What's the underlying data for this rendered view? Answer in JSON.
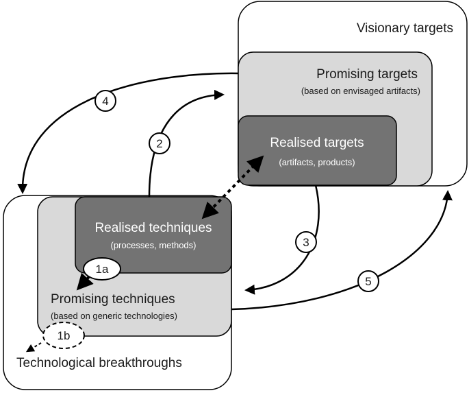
{
  "colors": {
    "outer_fill": "#ffffff",
    "promising_fill": "#d9d9d9",
    "realised_fill": "#737373",
    "stroke": "#000000"
  },
  "targets": {
    "visionary": "Visionary targets",
    "promising": "Promising targets",
    "promising_sub": "(based on envisaged artifacts)",
    "realised": "Realised targets",
    "realised_sub": "(artifacts, products)"
  },
  "techniques": {
    "breakthroughs": "Technological breakthroughs",
    "promising": "Promising techniques",
    "promising_sub": "(based on generic technologies)",
    "realised": "Realised techniques",
    "realised_sub": "(processes, methods)"
  },
  "links": [
    "1a",
    "1b",
    "2",
    "3",
    "4",
    "5"
  ]
}
